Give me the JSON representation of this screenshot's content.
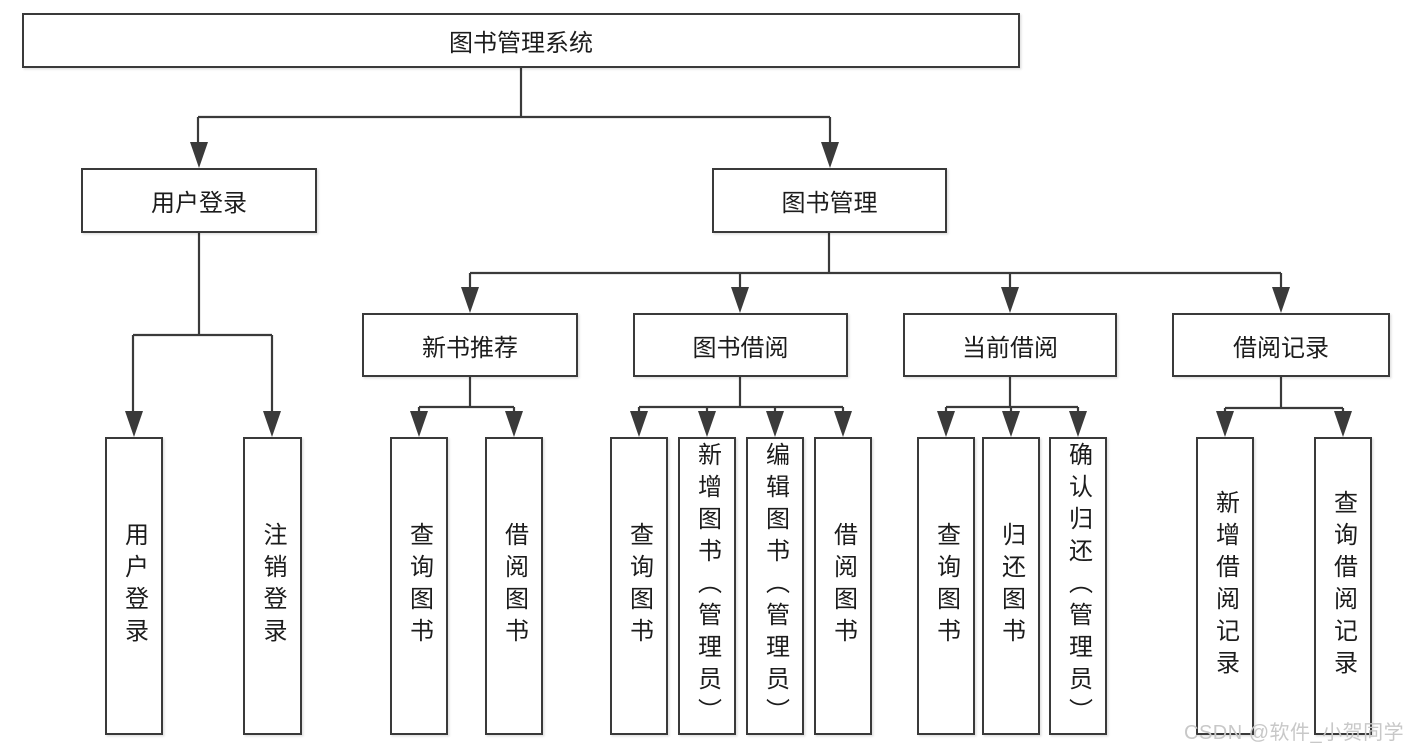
{
  "diagram_type": "tree",
  "tree": {
    "root": {
      "label": "图书管理系统",
      "children": [
        {
          "label": "用户登录",
          "children": [
            {
              "label": "用户登录"
            },
            {
              "label": "注销登录"
            }
          ]
        },
        {
          "label": "图书管理",
          "children": [
            {
              "label": "新书推荐",
              "children": [
                {
                  "label": "查询图书"
                },
                {
                  "label": "借阅图书"
                }
              ]
            },
            {
              "label": "图书借阅",
              "children": [
                {
                  "label": "查询图书"
                },
                {
                  "label": "新增图书（管理员）"
                },
                {
                  "label": "编辑图书（管理员）"
                },
                {
                  "label": "借阅图书"
                }
              ]
            },
            {
              "label": "当前借阅",
              "children": [
                {
                  "label": "查询图书"
                },
                {
                  "label": "归还图书"
                },
                {
                  "label": "确认归还（管理员）"
                }
              ]
            },
            {
              "label": "借阅记录",
              "children": [
                {
                  "label": "新增借阅记录"
                },
                {
                  "label": "查询借阅记录"
                }
              ]
            }
          ]
        }
      ]
    }
  },
  "watermark": {
    "text": "CSDN @软件_小贺同学"
  },
  "colors": {
    "line": "#3a3a3a",
    "box_border": "#3a3a3a",
    "box_background": "#ffffff",
    "text": "#1c1c1c",
    "page_background": "#ffffff",
    "watermark": "#c8c8c8"
  }
}
